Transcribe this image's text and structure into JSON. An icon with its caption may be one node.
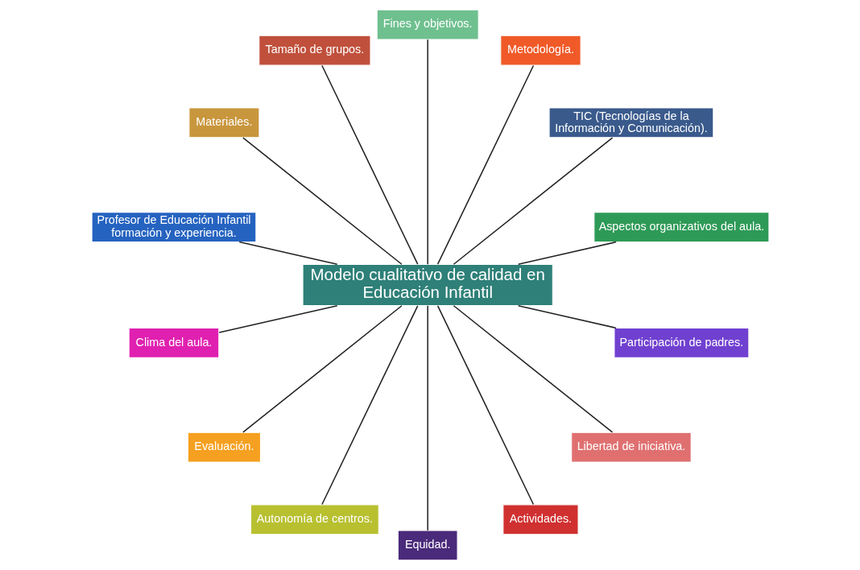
{
  "diagram": {
    "nodes": [
      {
        "text": [
          "Aspectos organizativos del aula."
        ]
      },
      {
        "text": [
          "TIC (Tecnologías de la Información y Comunicación)."
        ]
      },
      {
        "text": [
          "Metodología."
        ]
      },
      {
        "text": [
          "Fines y objetivos."
        ]
      },
      {
        "text": [
          "Tamaño de grupos."
        ]
      },
      {
        "text": [
          "Materiales."
        ]
      },
      {
        "text": [
          "Profesor de Educación Infantil formación y experiencia."
        ]
      },
      {
        "text": [
          "Modelo cualitativo de calidad en Educación Infantil"
        ]
      },
      {
        "text": [
          "Clima del aula."
        ]
      },
      {
        "text": [
          "Evaluación."
        ]
      },
      {
        "text": [
          "Autonomía de centros."
        ]
      },
      {
        "text": [
          "Equidad."
        ]
      },
      {
        "text": [
          "Actividades."
        ]
      },
      {
        "text": [
          "Libertad de iniciativa."
        ]
      },
      {
        "text": [
          "Participación de padres."
        ]
      }
    ],
    "edges": [
      {
        "from": 7,
        "to": 0,
        "arrow": "none"
      },
      {
        "from": 7,
        "to": 1,
        "arrow": "none"
      },
      {
        "from": 7,
        "to": 2,
        "arrow": "none"
      },
      {
        "from": 7,
        "to": 3,
        "arrow": "none"
      },
      {
        "from": 7,
        "to": 4,
        "arrow": "none"
      },
      {
        "from": 7,
        "to": 5,
        "arrow": "none"
      },
      {
        "from": 7,
        "to": 6,
        "arrow": "none"
      },
      {
        "from": 7,
        "to": 8,
        "arrow": "none"
      },
      {
        "from": 7,
        "to": 9,
        "arrow": "none"
      },
      {
        "from": 7,
        "to": 10,
        "arrow": "none"
      },
      {
        "from": 7,
        "to": 11,
        "arrow": "none"
      },
      {
        "from": 7,
        "to": 12,
        "arrow": "none"
      },
      {
        "from": 7,
        "to": 13,
        "arrow": "none"
      },
      {
        "from": 7,
        "to": 14,
        "arrow": "none"
      }
    ]
  }
}
